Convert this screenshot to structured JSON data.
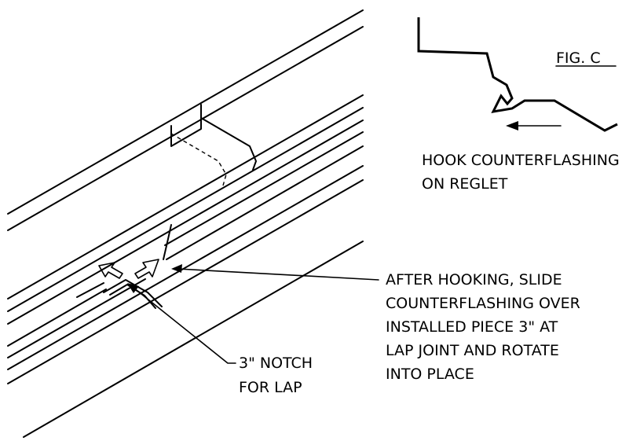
{
  "figure": {
    "title": "FIG. C"
  },
  "labels": {
    "hook": [
      "HOOK COUNTERFLASHING",
      "ON REGLET"
    ],
    "slide": [
      "AFTER HOOKING, SLIDE",
      "COUNTERFLASHING OVER",
      "INSTALLED PIECE 3\" AT",
      "LAP JOINT AND ROTATE",
      "INTO PLACE"
    ],
    "notch": [
      "3\" NOTCH",
      "FOR LAP"
    ]
  }
}
